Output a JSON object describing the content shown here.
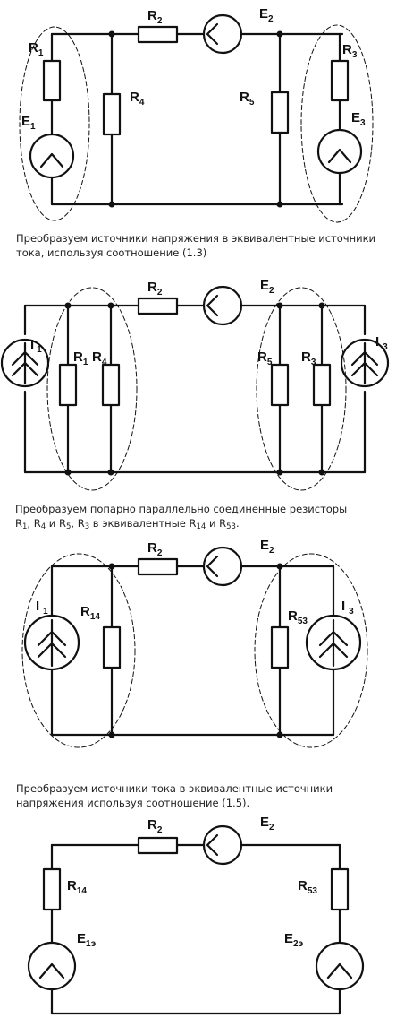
{
  "diagram1": {
    "labels": {
      "R1": {
        "main": "R",
        "sub": "1"
      },
      "E1": {
        "main": "E",
        "sub": "1"
      },
      "R2": {
        "main": "R",
        "sub": "2"
      },
      "E2": {
        "main": "E",
        "sub": "2"
      },
      "R4": {
        "main": "R",
        "sub": "4"
      },
      "R5": {
        "main": "R",
        "sub": "5"
      },
      "R3": {
        "main": "R",
        "sub": "3"
      },
      "E3": {
        "main": "E",
        "sub": "3"
      }
    }
  },
  "caption1": "Преобразуем источники напряжения в эквивалентные источники тока, используя соотношение (1.3)",
  "diagram2": {
    "labels": {
      "I1": {
        "main": "I",
        "sub": "1"
      },
      "R1": {
        "main": "R",
        "sub": "1"
      },
      "R4": {
        "main": "R",
        "sub": "4"
      },
      "R2": {
        "main": "R",
        "sub": "2"
      },
      "E2": {
        "main": "E",
        "sub": "2"
      },
      "R5": {
        "main": "R",
        "sub": "5"
      },
      "R3": {
        "main": "R",
        "sub": "3"
      },
      "I3": {
        "main": "I",
        "sub": "3"
      }
    }
  },
  "caption2": {
    "line1": "Преобразуем попарно параллельно соединенные резисторы",
    "line2": {
      "r1": "R",
      "r1s": "1",
      "sep1": ", ",
      "r4": "R",
      "r4s": "4",
      "and1": " и ",
      "r5": "R",
      "r5s": "5",
      "sep2": ", ",
      "r3": "R",
      "r3s": "3",
      "mid": " в эквивалентные ",
      "r14": "R",
      "r14s": "14",
      "and2": " и ",
      "r53": "R",
      "r53s": "53",
      "end": "."
    }
  },
  "diagram3": {
    "labels": {
      "I1": {
        "main": "I",
        "sub": "1"
      },
      "R14": {
        "main": "R",
        "sub": "14"
      },
      "R2": {
        "main": "R",
        "sub": "2"
      },
      "E2": {
        "main": "E",
        "sub": "2"
      },
      "R53": {
        "main": "R",
        "sub": "53"
      },
      "I3": {
        "main": "I",
        "sub": "3"
      }
    }
  },
  "caption3": "Преобразуем источники тока в эквивалентные источники напряжения используя соотношение (1.5).",
  "diagram4": {
    "labels": {
      "R2": {
        "main": "R",
        "sub": "2"
      },
      "E2": {
        "main": "E",
        "sub": "2"
      },
      "R14": {
        "main": "R",
        "sub": "14"
      },
      "R53": {
        "main": "R",
        "sub": "53"
      },
      "E1e": {
        "main": "E",
        "sub": "1э"
      },
      "E2e": {
        "main": "E",
        "sub": "2э"
      }
    }
  }
}
